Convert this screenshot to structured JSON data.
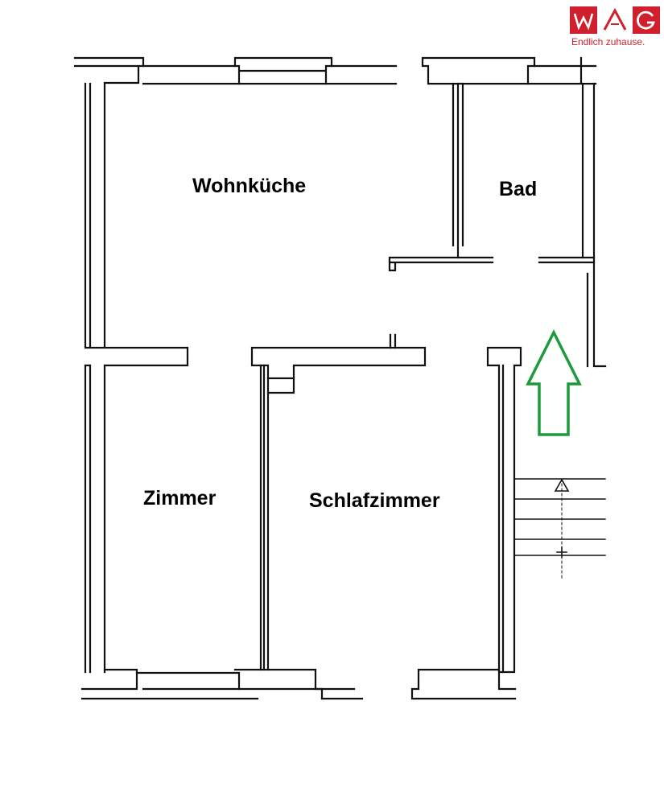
{
  "logo": {
    "letters": [
      "W",
      "A",
      "G"
    ],
    "tagline": "Endlich zuhause.",
    "color": "#d0202e"
  },
  "rooms": {
    "wohnkueche": "Wohnküche",
    "bad": "Bad",
    "zimmer": "Zimmer",
    "schlafzimmer": "Schlafzimmer"
  },
  "entrance_arrow": {
    "color": "#1e9a3c",
    "direction": "up",
    "icon": "entrance-arrow-icon"
  },
  "line_color": "#111111"
}
